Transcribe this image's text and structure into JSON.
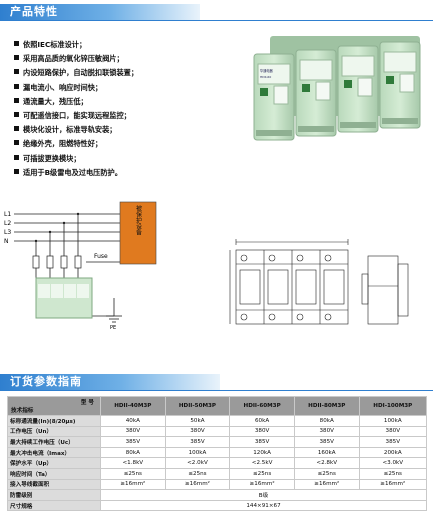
{
  "section1": {
    "title": "产品特性"
  },
  "features": [
    "依照IEC标准设计；",
    "采用高品质的氧化锌压敏阀片；",
    "内设短路保护，自动脱扣联锁装置；",
    "漏电流小、响应时间快；",
    "通流量大，残压低；",
    "可配遥信接口，能实现远程监控；",
    "模块化设计，标准导轨安装；",
    "绝缘外壳，阻燃特性好；",
    "可插拔更换模块；",
    "适用于B级雷电及过电压防护。"
  ],
  "wiring": {
    "lines": [
      "L1",
      "L2",
      "L3",
      "N"
    ],
    "equipment_label": "被保护设备",
    "fuse_label": "Fuse",
    "pe_label": "PE"
  },
  "product_labels": {
    "brand": "华通电器",
    "model": "HDII-60"
  },
  "section2": {
    "title": "订货参数指南"
  },
  "spec_table": {
    "corner_top": "型 号",
    "corner_bottom": "技术指标",
    "models": [
      "HDII-40M3P",
      "HDII-50M3P",
      "HDII-60M3P",
      "HDII-80M3P",
      "HDI-100M3P"
    ],
    "rows": [
      {
        "label": "标称通流量(In)(8/20μs)",
        "values": [
          "40kA",
          "50kA",
          "60kA",
          "80kA",
          "100kA"
        ]
      },
      {
        "label": "工作电压（Un）",
        "values": [
          "380V",
          "380V",
          "380V",
          "380V",
          "380V"
        ]
      },
      {
        "label": "最大持续工作电压（Uc）",
        "values": [
          "385V",
          "385V",
          "385V",
          "385V",
          "385V"
        ]
      },
      {
        "label": "最大冲击电流（Imax）",
        "values": [
          "80kA",
          "100kA",
          "120kA",
          "160kA",
          "200kA"
        ]
      },
      {
        "label": "保护水平（Up）",
        "values": [
          "<1.8kV",
          "<2.0kV",
          "<2.5kV",
          "<2.8kV",
          "<3.0kV"
        ]
      },
      {
        "label": "响应时间（Ta）",
        "values": [
          "≤25ns",
          "≤25ns",
          "≤25ns",
          "≤25ns",
          "≤25ns"
        ]
      },
      {
        "label": "接入导线截面积",
        "values": [
          "≥16mm²",
          "≥16mm²",
          "≥16mm²",
          "≥16mm²",
          "≥16mm²"
        ]
      }
    ],
    "merged_rows": [
      {
        "label": "防雷级别",
        "value": "B级"
      },
      {
        "label": "尺寸规格",
        "value": "144×91×67"
      }
    ]
  },
  "colors": {
    "accent": "#2f7fcf",
    "equipment_box": "#e07a1f",
    "module_green": "#c8e3c8"
  }
}
